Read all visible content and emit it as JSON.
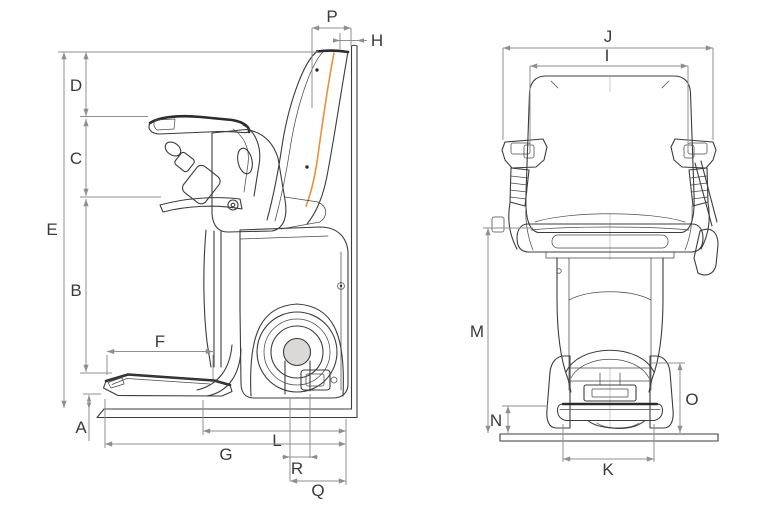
{
  "diagram": {
    "subject": "stairlift-chair-dimension-drawing",
    "views": [
      {
        "id": "side-view",
        "dimension_labels": [
          "P",
          "H",
          "D",
          "C",
          "E",
          "B",
          "F",
          "A",
          "G",
          "L",
          "R",
          "Q"
        ]
      },
      {
        "id": "front-view",
        "dimension_labels": [
          "J",
          "I",
          "M",
          "N",
          "O",
          "K"
        ]
      }
    ]
  },
  "labels": {
    "A": "A",
    "B": "B",
    "C": "C",
    "D": "D",
    "E": "E",
    "F": "F",
    "G": "G",
    "H": "H",
    "I": "I",
    "J": "J",
    "K": "K",
    "L": "L",
    "M": "M",
    "N": "N",
    "O": "O",
    "P": "P",
    "Q": "Q",
    "R": "R"
  },
  "colors": {
    "background": "#FFFFFF",
    "artwork_line": "#3C3C3C",
    "dimension_line": "#8F8F8F",
    "label_text": "#3A3A3A",
    "accent_orange": "#E8913C",
    "wheel_hub_fill": "#DBD9D7"
  }
}
